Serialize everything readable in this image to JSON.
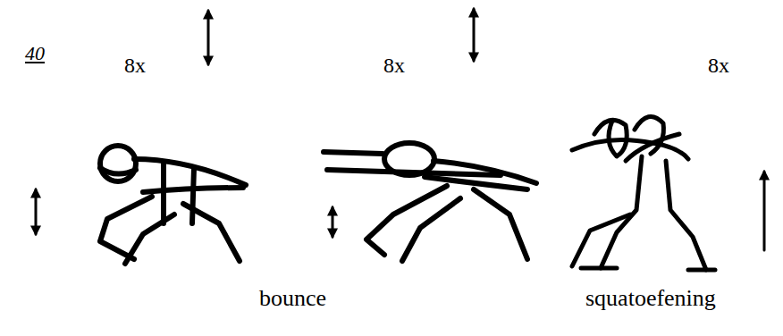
{
  "diagram": {
    "labels": [
      "40",
      "8x",
      "8x",
      "8x",
      "bounce",
      "squatoefening"
    ]
  }
}
